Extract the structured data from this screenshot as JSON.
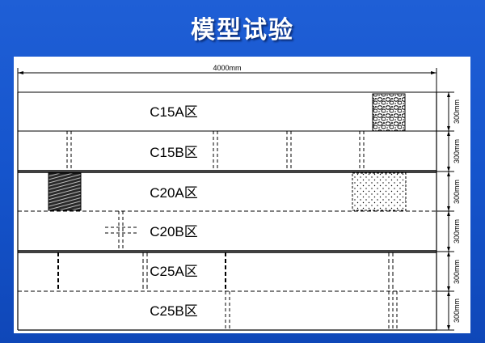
{
  "title": "模型试验",
  "dimensions": {
    "total_width": "4000mm",
    "row_heights": [
      "300mm",
      "300mm",
      "300mm",
      "300mm",
      "300mm",
      "300mm"
    ]
  },
  "zones": [
    {
      "label": "C15A区"
    },
    {
      "label": "C15B区"
    },
    {
      "label": "C20A区"
    },
    {
      "label": "C20B区"
    },
    {
      "label": "C25A区"
    },
    {
      "label": "C25B区"
    }
  ]
}
